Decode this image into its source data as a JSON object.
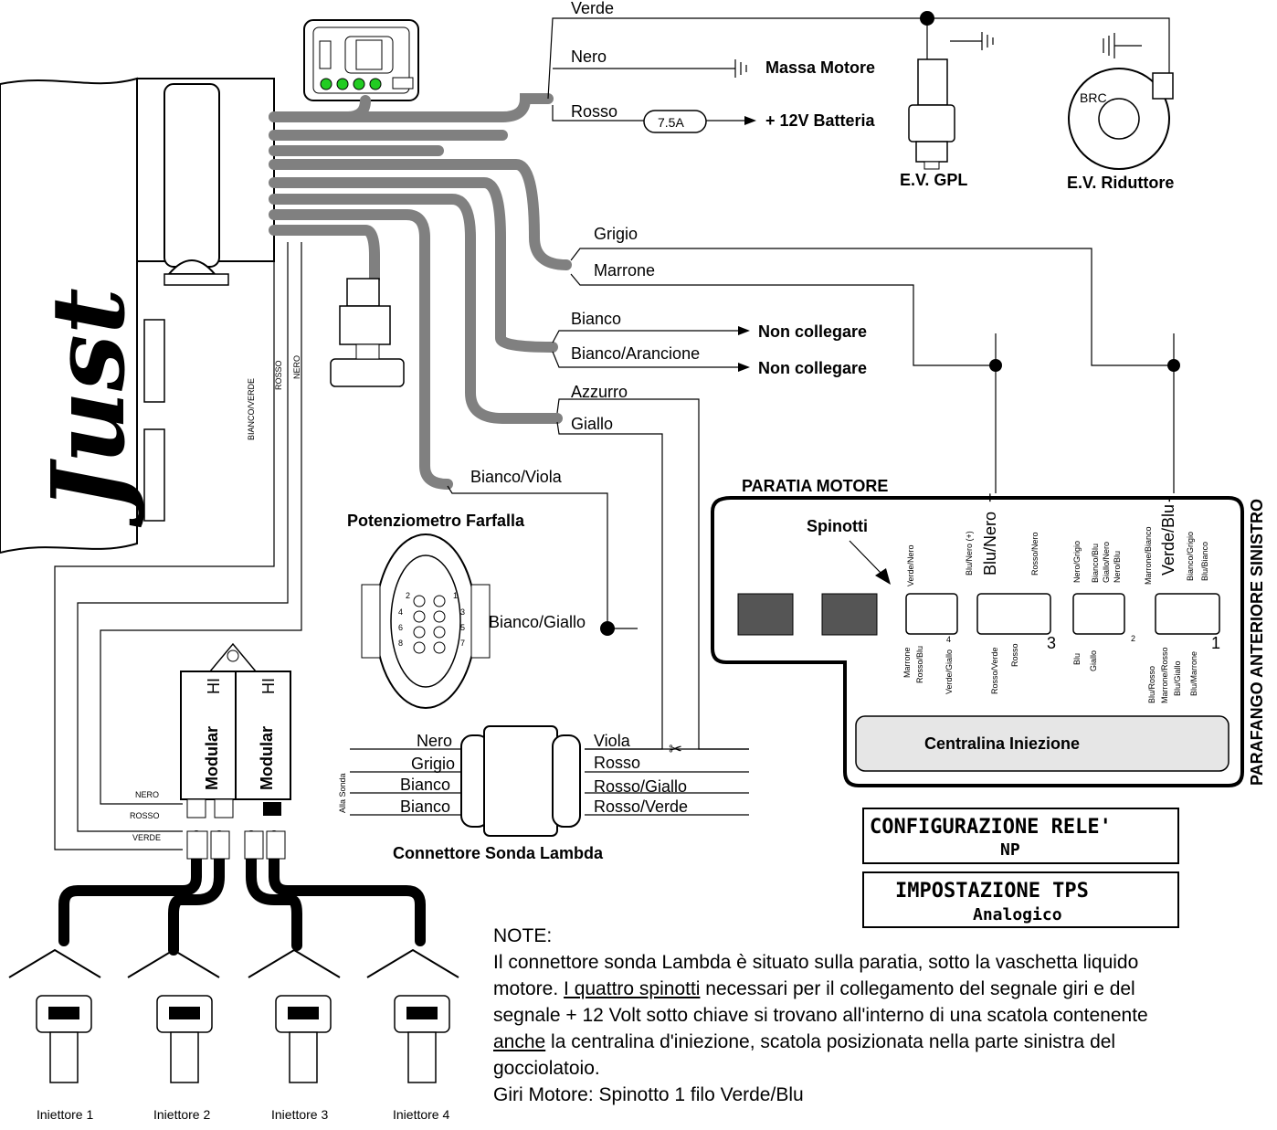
{
  "ecu_brand": "Just",
  "wires_top": {
    "verde": "Verde",
    "nero": "Nero",
    "massa_motore": "Massa Motore",
    "rosso": "Rosso",
    "fuse": "7.5A",
    "batteria": "+ 12V Batteria",
    "ev_gpl": "E.V. GPL",
    "ev_riduttore": "E.V. Riduttore",
    "brc": "BRC"
  },
  "wires_mid": {
    "grigio": "Grigio",
    "marrone": "Marrone",
    "bianco": "Bianco",
    "bianco_arancione": "Bianco/Arancione",
    "non_collegare_1": "Non collegare",
    "non_collegare_2": "Non collegare",
    "azzurro": "Azzurro",
    "giallo": "Giallo",
    "bianco_viola": "Bianco/Viola",
    "bianco_giallo": "Bianco/Giallo"
  },
  "side_wires": {
    "bianco_verde": "BIANCO/VERDE",
    "rosso": "ROSSO",
    "nero": "NERO"
  },
  "potenziometro": {
    "title": "Potenziometro Farfalla",
    "pins": [
      "2",
      "1",
      "4",
      "3",
      "6",
      "5",
      "8",
      "7"
    ]
  },
  "modular": {
    "label": "Modular",
    "hi": "HI",
    "nero": "NERO",
    "rosso": "ROSSO",
    "verde": "VERDE"
  },
  "lambda": {
    "title": "Connettore Sonda Lambda",
    "alla_sonda": "Alla Sonda",
    "left": [
      "Nero",
      "Grigio",
      "Bianco",
      "Bianco"
    ],
    "right": [
      "Viola",
      "Rosso",
      "Rosso/Giallo",
      "Rosso/Verde"
    ]
  },
  "paratia": {
    "title": "PARATIA MOTORE",
    "spinotti": "Spinotti",
    "blu_nero": "Blu/Nero",
    "plus": "+",
    "verde_blu": "Verde/Blu",
    "minus": "-",
    "side": "PARAFANGO ANTERIORE SINISTRO",
    "centralina": "Centralina Iniezione",
    "pin_labels_top": [
      "Verde/Nero",
      "Blu/Nero (+)",
      "Rosso/Nero",
      "Nero/Grigio",
      "Bianco/Blu",
      "Giallo/Nero",
      "Nero/Blu",
      "Marrone/Bianco",
      "Bianco/Grigio",
      "Blu/Bianco"
    ],
    "pin_labels_bottom": [
      "Marrone",
      "Rosso/Blu",
      "Verde/Giallo",
      "Rosso/Verde",
      "Rosso",
      "Blu",
      "Giallo",
      "Blu/Rosso",
      "Marrone/Rosso",
      "Blu/Giallo",
      "Blu/Marrone"
    ],
    "connector_numbers": [
      "4",
      "3",
      "2",
      "1"
    ]
  },
  "config_box": {
    "line1": "CONFIGURAZIONE RELE'",
    "line2": "NP"
  },
  "tps_box": {
    "line1": "IMPOSTAZIONE TPS",
    "line2": "Analogico"
  },
  "injectors": [
    "Iniettore 1",
    "Iniettore 2",
    "Iniettore 3",
    "Iniettore 4"
  ],
  "notes": {
    "heading": "NOTE:",
    "p1_a": "Il connettore sonda Lambda è situato sulla paratia, sotto la vaschetta liquido motore. ",
    "p1_u1": "I quattro spinotti",
    "p1_b": " necessari per il collegamento del segnale giri e del segnale + 12 Volt sotto chiave si trovano all'interno di una scatola contenente ",
    "p1_u2": "anche",
    "p1_c": " la centralina d'iniezione, scatola posizionata nella parte sinistra del gocciolatoio.",
    "p2": "Giri Motore: Spinotto 1 filo Verde/Blu"
  }
}
